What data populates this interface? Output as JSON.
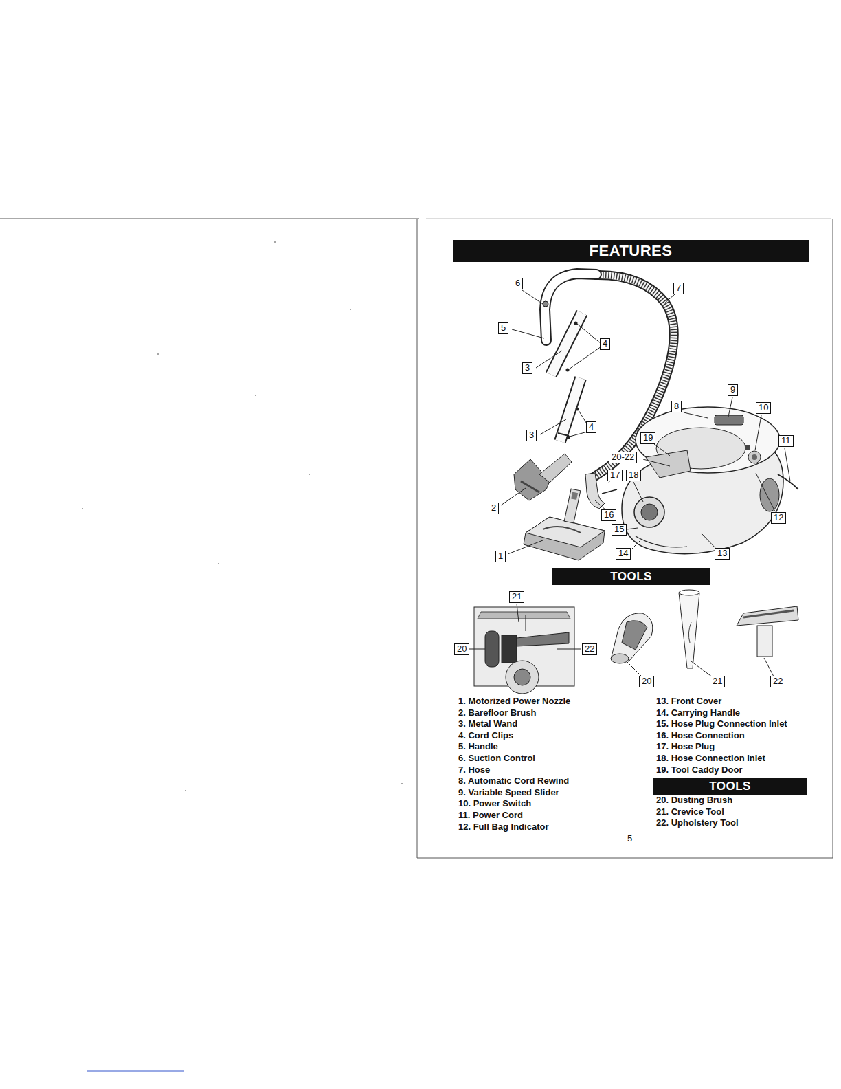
{
  "diagram": {
    "nodes": [
      {
        "text": [
          "FEATURES"
        ]
      },
      {
        "text": [
          "TOOLS"
        ]
      },
      {
        "text": [
          "TOOLS"
        ]
      }
    ],
    "labels": [
      "6",
      "7",
      "5",
      "4",
      "3",
      "3",
      "4",
      "9",
      "8",
      "10",
      "11",
      "19",
      "20-22",
      "17",
      "18",
      "2",
      "16",
      "15",
      "1",
      "14",
      "13",
      "12",
      "21",
      "20",
      "22",
      "20",
      "21",
      "22",
      "1. Motorized Power Nozzle",
      "2. Barefloor Brush",
      "3. Metal Wand",
      "4. Cord Clips",
      "5. Handle",
      "6. Suction Control",
      "7. Hose",
      "8. Automatic Cord Rewind",
      "9. Variable Speed Slider",
      "10. Power Switch",
      "11. Power Cord",
      "12. Full Bag Indicator",
      "13. Front Cover",
      "14. Carrying Handle",
      "15. Hose Plug Connection Inlet",
      "16. Hose Connection",
      "17. Hose Plug",
      "18. Hose Connection Inlet",
      "19. Tool Caddy Door",
      "20. Dusting Brush",
      "21. Crevice Tool",
      "22. Upholstery Tool",
      "5"
    ]
  }
}
